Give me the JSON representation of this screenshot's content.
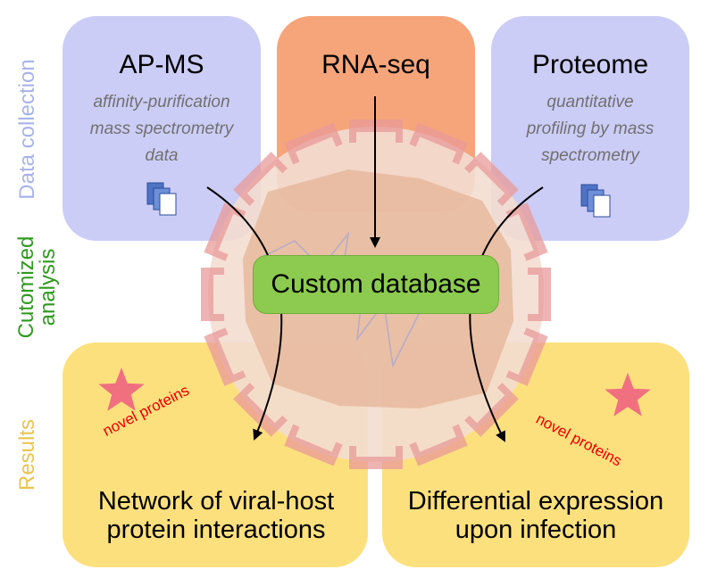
{
  "sections": {
    "data_collection": "Data collection",
    "analysis_line1": "Cutomized",
    "analysis_line2": "analysis",
    "results": "Results"
  },
  "sources": {
    "apms": {
      "title": "AP-MS",
      "desc_lines": [
        "affinity-purification",
        "mass spectrometry",
        "data"
      ]
    },
    "rnaseq": {
      "title": "RNA-seq"
    },
    "proteome": {
      "title": "Proteome",
      "desc_lines": [
        "quantitative",
        "profiling by mass",
        "spectrometry"
      ]
    }
  },
  "analysis": {
    "label": "Custom database"
  },
  "results": {
    "network": {
      "lines": [
        "Network of viral-host",
        "protein interactions"
      ],
      "tag": "novel proteins"
    },
    "differential": {
      "lines": [
        "Differential expression",
        "upon infection"
      ],
      "tag": "novel proteins"
    }
  },
  "colors": {
    "data_collection": "#a9b3e8",
    "analysis": "#2e9a1e",
    "results": "#e8c44e",
    "apms_box": "#cccdf6",
    "rnaseq_box": "#f6a57a",
    "proteome_box": "#cccdf6",
    "results_box": "#fde07e",
    "database": "#8ccb4f",
    "star": "#f07080",
    "novel_text": "#e60000",
    "virus_core": "#e6b99e",
    "virus_shell": "#f3ddd0",
    "virus_spike": "#e89a9a"
  },
  "icons": [
    "document-stack-icon",
    "document-stack-icon",
    "star-icon",
    "star-icon",
    "virus-icon"
  ]
}
